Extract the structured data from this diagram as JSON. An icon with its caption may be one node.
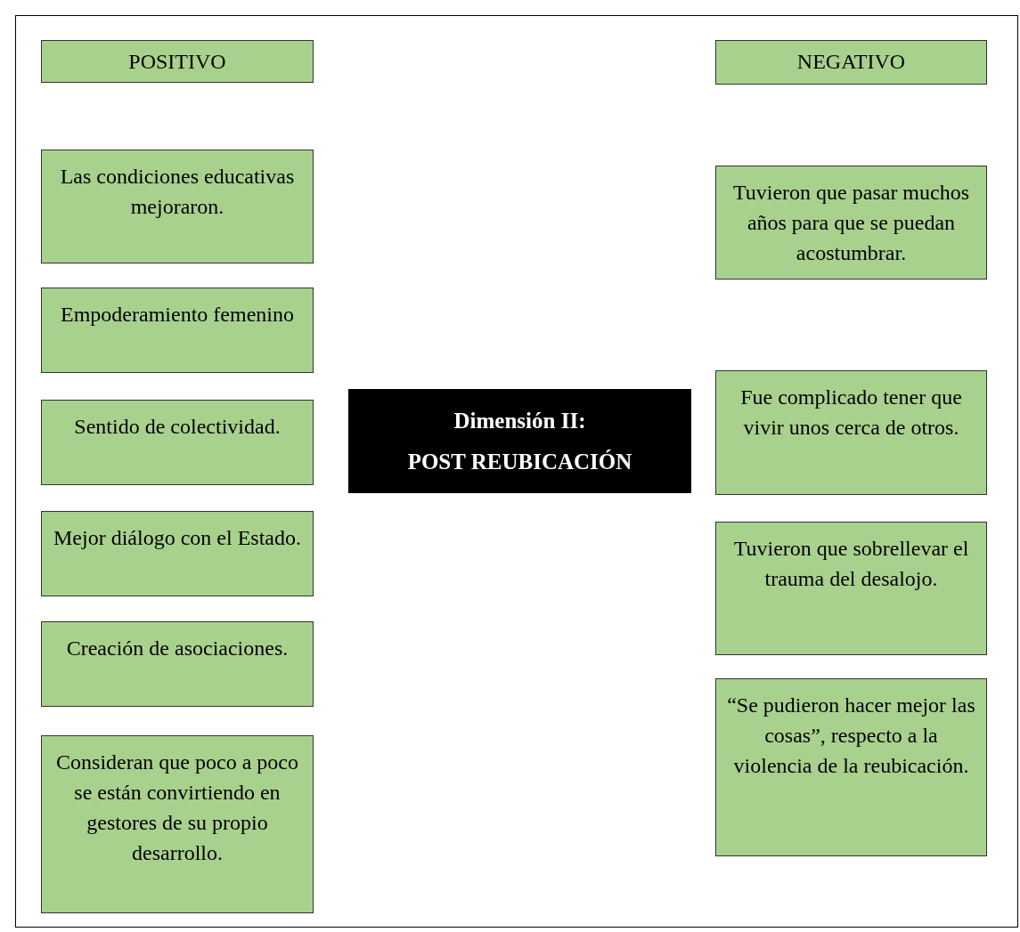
{
  "diagram": {
    "nodes": [
      {
        "text": [
          "POSITIVO"
        ]
      },
      {
        "text": [
          "NEGATIVO"
        ]
      },
      {
        "text": [
          "Las condiciones educativas mejoraron."
        ]
      },
      {
        "text": [
          "Empoderamiento femenino"
        ]
      },
      {
        "text": [
          "Sentido de colectividad."
        ]
      },
      {
        "text": [
          "Mejor diálogo con el Estado."
        ]
      },
      {
        "text": [
          "Creación de asociaciones."
        ]
      },
      {
        "text": [
          "Consideran que poco a poco se están convirtiendo en gestores de su propio desarrollo."
        ]
      },
      {
        "text": [
          "Dimensión II:",
          "POST REUBICACIÓN"
        ]
      },
      {
        "text": [
          "Tuvieron que pasar muchos años para que se puedan acostumbrar."
        ]
      },
      {
        "text": [
          "Fue complicado tener que vivir unos cerca de otros."
        ]
      },
      {
        "text": [
          "Tuvieron que sobrellevar el trauma del desalojo."
        ]
      },
      {
        "text": [
          "“Se pudieron hacer mejor las cosas”, respecto a la violencia de la reubicación."
        ]
      }
    ],
    "edges": []
  }
}
